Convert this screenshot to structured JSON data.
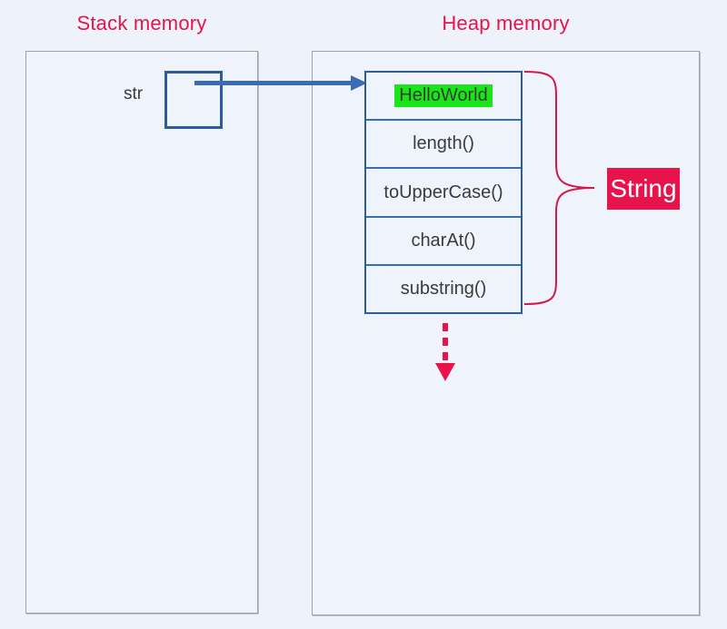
{
  "diagram": {
    "background_color": "#eef2fb",
    "title_color": "#e8134b",
    "accent_blue": "#2e5b9c",
    "highlight_green": "#19e619",
    "label_red": "#e8134b"
  },
  "stack": {
    "title": "Stack memory",
    "variable": {
      "name": "str",
      "value": ""
    }
  },
  "heap": {
    "title": "Heap memory",
    "object": {
      "type_label": "String",
      "cells": [
        {
          "text": "HelloWorld",
          "highlighted": true
        },
        {
          "text": "length()",
          "highlighted": false
        },
        {
          "text": "toUpperCase()",
          "highlighted": false
        },
        {
          "text": "charAt()",
          "highlighted": false
        },
        {
          "text": "substring()",
          "highlighted": false
        }
      ]
    }
  },
  "connectors": {
    "reference_arrow": {
      "name": "stack-to-heap-arrow",
      "color": "#3a6cb5",
      "style": "solid"
    },
    "brace": {
      "name": "string-type-brace",
      "color": "#d11a4a"
    },
    "dashed_arrow": {
      "name": "downward-dashed-arrow",
      "color": "#e8134b",
      "style": "dashed"
    }
  }
}
